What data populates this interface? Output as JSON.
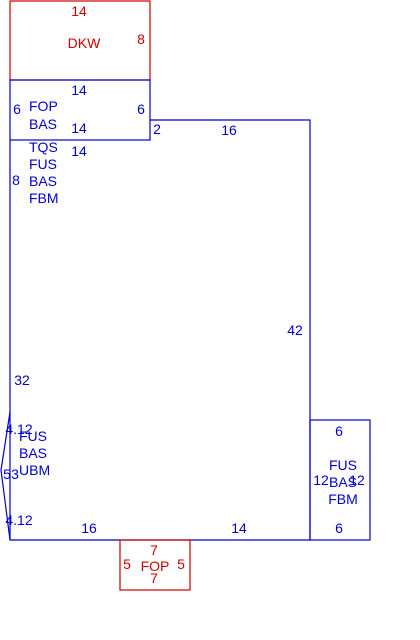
{
  "colors": {
    "plan_lines": "#0000cc",
    "highlight": "#cc0000",
    "background": "#ffffff"
  },
  "top_box": {
    "label": "DKW",
    "dim_top": "14",
    "dim_right": "8"
  },
  "fop_box": {
    "dim_top": "14",
    "dim_left": "6",
    "dim_right": "6",
    "dim_bottom": "14",
    "codes": [
      "FOP",
      "BAS"
    ]
  },
  "main": {
    "dim_top_left": "2",
    "dim_top": "16",
    "dim_right": "42",
    "dim_left_upper": "8",
    "dim_upper_left": "14",
    "codes_upper": [
      "TQS",
      "FUS",
      "BAS",
      "FBM"
    ],
    "dim_left_mid": "32",
    "dim_bottom_left": "16",
    "dim_bottom_right": "14"
  },
  "left_bay": {
    "dim_upper": "4.12",
    "dim_mid_a": "5",
    "dim_mid_b": "3",
    "dim_lower": "4.12",
    "codes": [
      "FUS",
      "BAS",
      "UBM"
    ]
  },
  "right_box": {
    "dim_top": "6",
    "dim_left": "12",
    "dim_right": "12",
    "dim_bottom": "6",
    "codes": [
      "FUS",
      "BAS",
      "FBM"
    ]
  },
  "bottom_box": {
    "label": "FOP",
    "dim_top": "7",
    "dim_left": "5",
    "dim_right": "5",
    "dim_bottom": "7"
  }
}
